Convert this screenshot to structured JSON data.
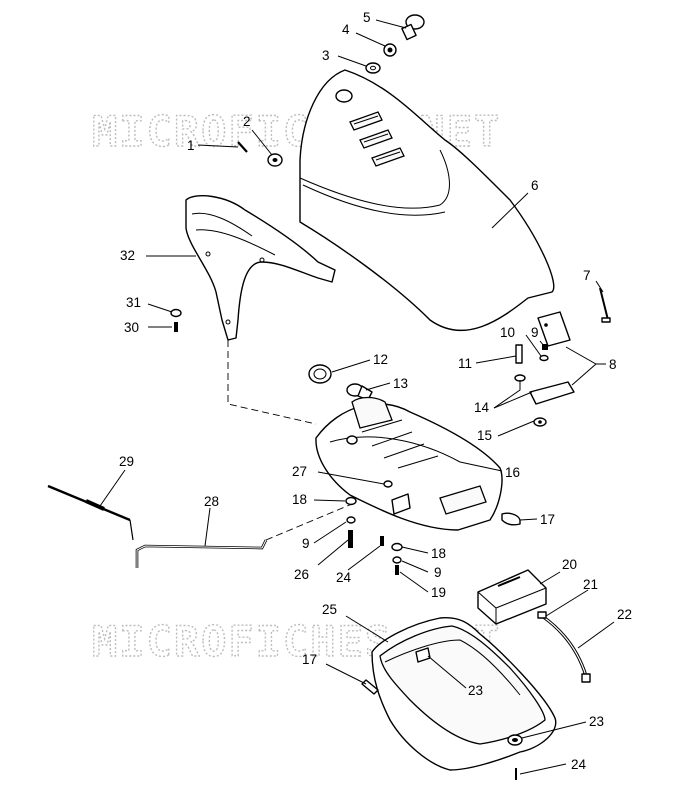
{
  "watermark": {
    "text": "MICROFICHES.NET"
  },
  "callouts": [
    {
      "id": "c1",
      "label": "1"
    },
    {
      "id": "c2",
      "label": "2"
    },
    {
      "id": "c3",
      "label": "3"
    },
    {
      "id": "c4",
      "label": "4"
    },
    {
      "id": "c5",
      "label": "5"
    },
    {
      "id": "c6",
      "label": "6"
    },
    {
      "id": "c7",
      "label": "7"
    },
    {
      "id": "c8",
      "label": "8"
    },
    {
      "id": "c9a",
      "label": "9"
    },
    {
      "id": "c10",
      "label": "10"
    },
    {
      "id": "c11",
      "label": "11"
    },
    {
      "id": "c12",
      "label": "12"
    },
    {
      "id": "c13",
      "label": "13"
    },
    {
      "id": "c14",
      "label": "14"
    },
    {
      "id": "c15",
      "label": "15"
    },
    {
      "id": "c16",
      "label": "16"
    },
    {
      "id": "c17a",
      "label": "17"
    },
    {
      "id": "c18a",
      "label": "18"
    },
    {
      "id": "c9b",
      "label": "9"
    },
    {
      "id": "c26",
      "label": "26"
    },
    {
      "id": "c24a",
      "label": "24"
    },
    {
      "id": "c18b",
      "label": "18"
    },
    {
      "id": "c9c",
      "label": "9"
    },
    {
      "id": "c19",
      "label": "19"
    },
    {
      "id": "c27",
      "label": "27"
    },
    {
      "id": "c28",
      "label": "28"
    },
    {
      "id": "c29",
      "label": "29"
    },
    {
      "id": "c30",
      "label": "30"
    },
    {
      "id": "c31",
      "label": "31"
    },
    {
      "id": "c32",
      "label": "32"
    },
    {
      "id": "c20",
      "label": "20"
    },
    {
      "id": "c21",
      "label": "21"
    },
    {
      "id": "c22",
      "label": "22"
    },
    {
      "id": "c25",
      "label": "25"
    },
    {
      "id": "c17b",
      "label": "17"
    },
    {
      "id": "c23a",
      "label": "23"
    },
    {
      "id": "c23b",
      "label": "23"
    },
    {
      "id": "c24b",
      "label": "24"
    }
  ]
}
